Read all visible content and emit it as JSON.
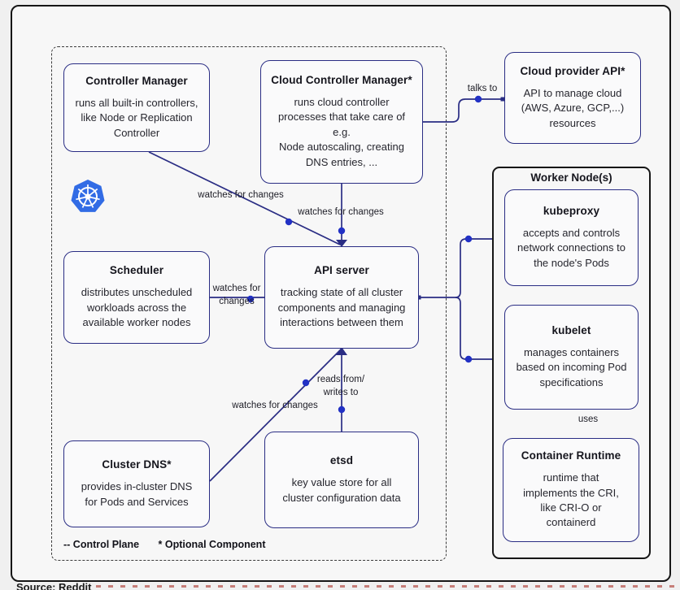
{
  "colors": {
    "line": "#2a2d84",
    "dot": "#2231c5",
    "k8s_blue": "#326ce5",
    "frame": "#161616",
    "box_fill": "#fafafb"
  },
  "boxes": {
    "controller_manager": {
      "title": "Controller Manager",
      "body": "runs all built-in controllers,\nlike Node or Replication\nController"
    },
    "cloud_controller_manager": {
      "title": "Cloud Controller Manager*",
      "body": "runs cloud controller\nprocesses that take care of\ne.g.\nNode autoscaling, creating\nDNS entries, ..."
    },
    "scheduler": {
      "title": "Scheduler",
      "body": "distributes unscheduled\nworkloads across the\navailable worker nodes"
    },
    "api_server": {
      "title": "API server",
      "body": "tracking state of all cluster\ncomponents and managing\ninteractions between them"
    },
    "cluster_dns": {
      "title": "Cluster DNS*",
      "body": "provides in-cluster DNS\nfor Pods and Services"
    },
    "etsd": {
      "title": "etsd",
      "body": "key value store for all\ncluster configuration data"
    },
    "cloud_provider_api": {
      "title": "Cloud provider API*",
      "body": "API to manage cloud\n(AWS, Azure, GCP,...)\nresources"
    }
  },
  "worker_node": {
    "title": "Worker Node(s)",
    "boxes": {
      "kubeproxy": {
        "title": "kubeproxy",
        "body": "accepts and controls\nnetwork connections to\nthe node's Pods"
      },
      "kubelet": {
        "title": "kubelet",
        "body": "manages containers\nbased on incoming Pod\nspecifications"
      },
      "container_runtime": {
        "title": "Container Runtime",
        "body": "runtime that\nimplements the CRI,\nlike CRI-O or\ncontainerd"
      }
    }
  },
  "labels": {
    "watches_cm": "watches for changes",
    "watches_ccm": "watches for changes",
    "watches_scheduler": "watches for\nchanges",
    "watches_dns": "watches for changes",
    "reads_writes": "reads from/\nwrites to",
    "talks_to": "talks to",
    "uses": "uses"
  },
  "legend": {
    "control_plane": "-- Control Plane",
    "optional_component": "* Optional Component"
  },
  "footer": {
    "source": "Source: Reddit"
  },
  "icons": {
    "kubernetes_logo": "kubernetes-helm-wheel"
  }
}
